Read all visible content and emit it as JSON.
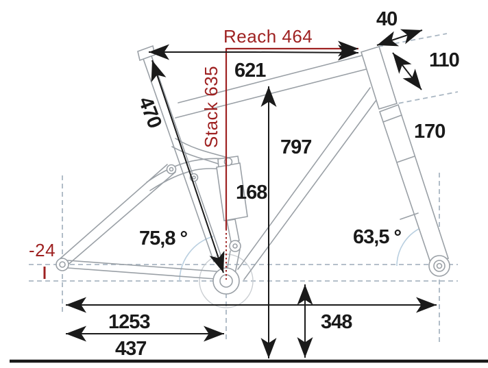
{
  "colors": {
    "accent_red": "#9e2121",
    "frame_gray": "#9aa0a6",
    "dash_blue": "#a9b6c2",
    "arc_blue": "#b9cfe0",
    "chainring_gray": "#c9cdd1",
    "ink": "#1a1a1a"
  },
  "labels": {
    "reach": "Reach 464",
    "stack": "Stack 635",
    "top_tube_horizontal": "621",
    "seat_tube": "470",
    "stem_length": "40",
    "head_tube": "110",
    "fork_travel": "170",
    "standover_height": "797",
    "shock_length": "168",
    "seat_angle": "75,8 °",
    "head_angle": "63,5 °",
    "bb_drop": "-24",
    "wheelbase": "1253",
    "chainstay": "437",
    "bb_height": "348"
  }
}
